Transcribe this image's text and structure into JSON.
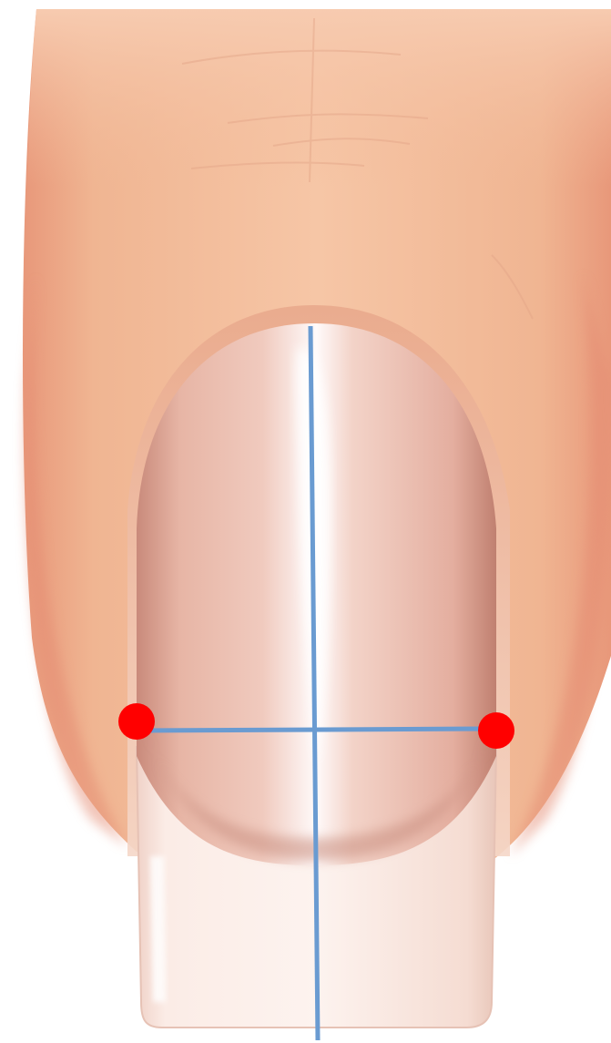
{
  "figure": {
    "subject": "finger-nail-illustration",
    "colors": {
      "background": "#ffffff",
      "finger_skin_light": "#f5c4a2",
      "finger_skin_mid": "#efb38f",
      "finger_skin_edge": "#e8987a",
      "nail_bed": "#efc3b3",
      "nail_bed_highlight": "#fffafa",
      "nail_shadow": "#c88878",
      "free_edge": "#f8e0d8",
      "guide_line": "#6a9bd1",
      "marker_point": "#ff0000"
    },
    "guides": {
      "vertical_axis": "center-line",
      "horizontal_axis": "stress-point-line"
    },
    "markers": [
      {
        "name": "left-stress-point"
      },
      {
        "name": "right-stress-point"
      }
    ]
  }
}
